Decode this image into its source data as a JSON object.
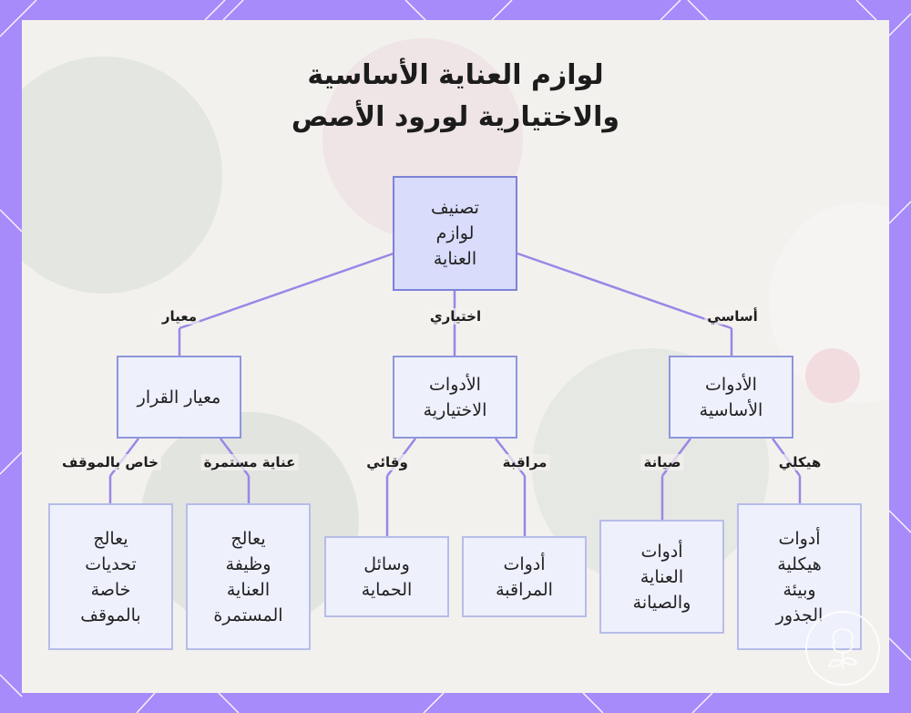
{
  "title_lines": [
    "لوازم العناية الأساسية",
    "والاختيارية لورود الأصص"
  ],
  "colors": {
    "frame": "#a78bfa",
    "panel": "#f3f1ee",
    "edge": "#9b86e6",
    "root_fill": "#d9dcfb",
    "node_fill": "#eef0fc"
  },
  "nodes": {
    "root": "تصنيف لوازم العناية",
    "essential_tools": "الأدوات الأساسية",
    "optional_tools": "الأدوات الاختيارية",
    "decision_criterion": "معيار القرار",
    "structural_root_tools": "أدوات هيكلية وبيئة الجذور",
    "care_maintenance_tools": "أدوات العناية والصيانة",
    "monitoring_tools": "أدوات المراقبة",
    "protection_means": "وسائل الحماية",
    "ongoing_care": "يعالج وظيفة العناية المستمرة",
    "situational": "يعالج تحديات خاصة بالموقف"
  },
  "edge_labels": {
    "essential": "أساسي",
    "optional": "اختياري",
    "criterion": "معيار",
    "structural": "هيكلي",
    "maintenance": "صيانة",
    "monitoring": "مراقبة",
    "preventive": "وقائي",
    "continuous_care": "عناية مستمرة",
    "situation_specific": "خاص بالموقف"
  }
}
